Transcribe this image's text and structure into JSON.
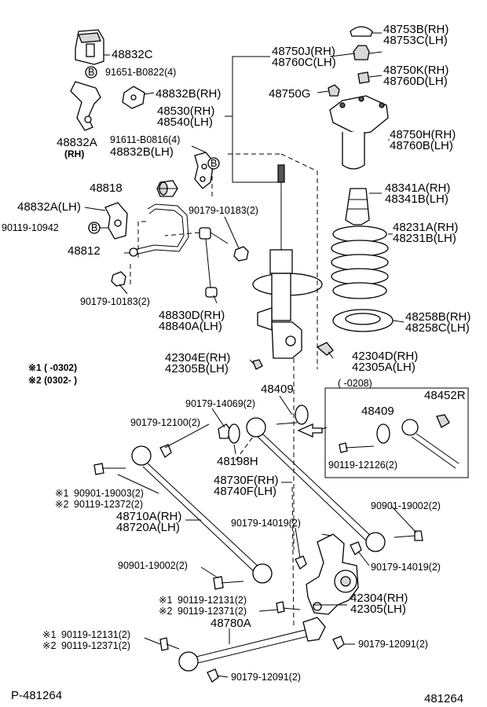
{
  "labels": {
    "l48753B": "48753B(RH)",
    "l48753C": "48753C(LH)",
    "l48832C": "48832C",
    "l48750J": "48750J(RH)",
    "l48760C": "48760C(LH)",
    "l91651": "91651-B0822(4)",
    "l48750K": "48750K(RH)",
    "l48760D": "48760D(LH)",
    "l48832BRH": "48832B(RH)",
    "l48750G": "48750G",
    "l48530": "48530(RH)",
    "l48540": "48540(LH)",
    "l48832A": "48832A",
    "rh_tag": "(RH)",
    "l48750H": "48750H(RH)",
    "l48760B": "48760B(LH)",
    "l91611": "91611-B0816(4)",
    "l48832BLH": "48832B(LH)",
    "l48818": "48818",
    "l48341A": "48341A(RH)",
    "l48341B": "48341B(LH)",
    "l48832ALH": "48832A(LH)",
    "l90179_10183a": "90179-10183(2)",
    "l90119_10942": "90119-10942",
    "l48231A": "48231A(RH)",
    "l48231B": "48231B(LH)",
    "l48812": "48812",
    "l90179_10183b": "90179-10183(2)",
    "l48830D": "48830D(RH)",
    "l48840A": "48840A(LH)",
    "l48258B": "48258B(RH)",
    "l48258C": "48258C(LH)",
    "l42304E": "42304E(RH)",
    "l42305B": "42305B(LH)",
    "l42304D": "42304D(RH)",
    "l42305A": "42305A(LH)",
    "note1": "※1 (      -0302)",
    "note2": "※2 (0302-       )",
    "l48409a": "48409",
    "inset_date": "(      -0208)",
    "l90179_14069": "90179-14069(2)",
    "l48452R": "48452R",
    "l48409b": "48409",
    "l90179_12100": "90179-12100(2)",
    "l48198H": "48198H",
    "l90119_12126": "90119-12126(2)",
    "l48730F": "48730F(RH)",
    "l48740F": "48740F(LH)",
    "l90901_19003": "90901-19003(2)",
    "l90119_12372": "90119-12372(2)",
    "mark1a": "※1",
    "mark2a": "※2",
    "l48710A": "48710A(RH)",
    "l48720A": "48720A(LH)",
    "l90901_19002a": "90901-19002(2)",
    "l90179_14019a": "90179-14019(2)",
    "l90901_19002b": "90901-19002(2)",
    "l90179_14019b": "90179-14019(2)",
    "l42304": "42304(RH)",
    "l42305": "42305(LH)",
    "l90119_12131a": "90119-12131(2)",
    "l90119_12371a": "90119-12371(2)",
    "mark1b": "※1",
    "mark2b": "※2",
    "l48780A": "48780A",
    "l90119_12131b": "90119-12131(2)",
    "l90119_12371b": "90119-12371(2)",
    "mark1c": "※1",
    "mark2c": "※2",
    "l90179_12091a": "90179-12091(2)",
    "l90179_12091b": "90179-12091(2)",
    "footer_left": "P-481264",
    "footer_right": "481264",
    "b_glyph": "B"
  }
}
